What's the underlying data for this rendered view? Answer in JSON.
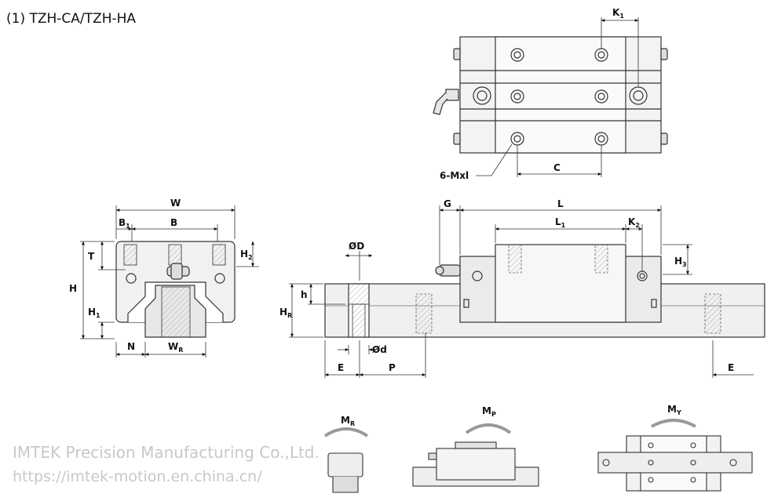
{
  "title": "(1) TZH-CA/TZH-HA",
  "labels": {
    "K1": "K",
    "K1_sub": "1",
    "mxl": "6-Mxl",
    "C": "C",
    "W": "W",
    "B1": "B",
    "B1_sub": "1",
    "B": "B",
    "T": "T",
    "H2": "H",
    "H2_sub": "2",
    "H": "H",
    "H1": "H",
    "H1_sub": "1",
    "N": "N",
    "WR": "W",
    "WR_sub": "R",
    "OD": "ØD",
    "h": "h",
    "HR": "H",
    "HR_sub": "R",
    "Od": "Ød",
    "E_left": "E",
    "P": "P",
    "G": "G",
    "L": "L",
    "L1": "L",
    "L1_sub": "1",
    "K2": "K",
    "K2_sub": "2",
    "H3": "H",
    "H3_sub": "3",
    "E_right": "E",
    "MR": "M",
    "MR_sub": "R",
    "MP": "M",
    "MP_sub": "P",
    "MY": "M",
    "MY_sub": "Y"
  },
  "watermark": {
    "line1": "IMTEK Precision Manufacturing Co.,Ltd.",
    "line2": "https://imtek-motion.en.china.cn/"
  }
}
